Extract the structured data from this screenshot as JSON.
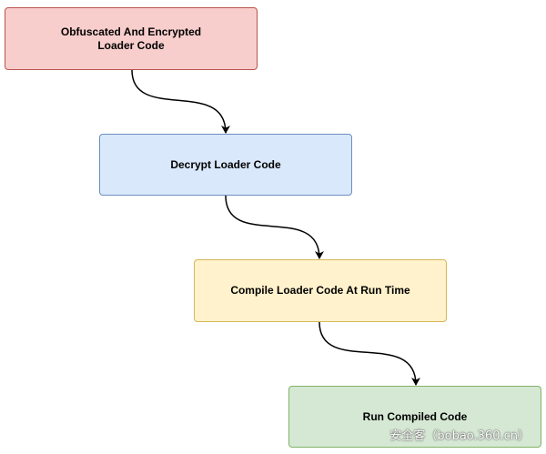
{
  "nodes": [
    {
      "label": "Obfuscated And Encrypted\nLoader Code",
      "fill": "#f8cecc",
      "stroke": "#b85450"
    },
    {
      "label": "Decrypt Loader Code",
      "fill": "#dae8fc",
      "stroke": "#6c8ebf"
    },
    {
      "label": "Compile Loader Code At Run Time",
      "fill": "#fff2cc",
      "stroke": "#d6b656"
    },
    {
      "label": "Run Compiled Code",
      "fill": "#d5e8d4",
      "stroke": "#82b366"
    }
  ],
  "connector_color": "#000000",
  "watermark": "安全客（bobao.360.cn）"
}
